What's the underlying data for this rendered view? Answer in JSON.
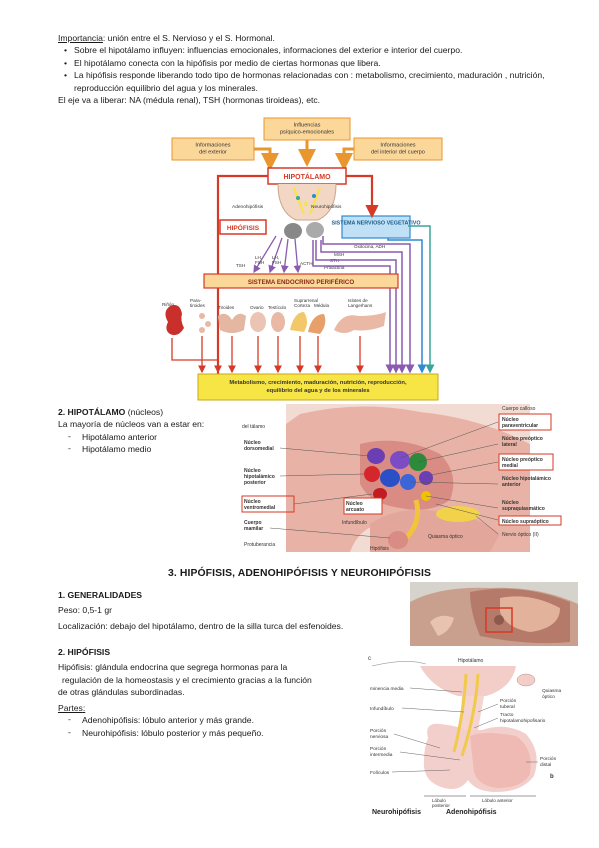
{
  "intro": {
    "importance_label": "Importancia",
    "importance_text": ": unión entre el S. Nervioso y el S. Hormonal.",
    "bullets": [
      "Sobre el hipotálamo influyen: influencias emocionales, informaciones del exterior e interior del cuerpo.",
      "El hipotálamo conecta con la hipófisis por medio de ciertas hormonas que libera.",
      "La hipófisis responde liberando todo tipo de hormonas relacionadas con : metabolismo, crecimiento, maduración , nutrición, reproducción equilibrio del agua y los minerales."
    ],
    "axis_line": "El eje va a liberar: NA (médula renal), TSH (hormonas tiroideas), etc."
  },
  "diagram1": {
    "box_psychic": "Influencias psíquico-emocionales",
    "box_exterior": "Informaciones del exterior",
    "box_interior": "Informaciones del interior del cuerpo",
    "hypothalamus": "HIPOTÁLAMO",
    "hypophysis": "HIPÓFISIS",
    "adenohypophysis": "Adenohipófisis",
    "neurohypophysis": "Neurohipófisis",
    "svn": "SISTEMA NERVIOSO VEGETATIVO",
    "oxytocin": "Oxitocina, ADH",
    "msh": "MSH",
    "sth": "STH",
    "prolactin": "Prolactina",
    "tsh": "TSH",
    "lh1": "LH, FSH",
    "lh2": "LH, FSH",
    "acth": "ACTH",
    "peripheral": "SISTEMA ENDOCRINO PERIFÉRICO",
    "organs": [
      "Riñón",
      "Para-tiroides",
      "Tiroides",
      "Ovario",
      "Testículo",
      "Suprarrenal Corteza",
      "Médula",
      "Islotes de Langerhans"
    ],
    "result": "Metabolismo, crecimiento, maduración, nutrición, reproducción, equilibrio del agua y de los minerales"
  },
  "section2": {
    "title_bold": "2. HIPOTÁLAMO",
    "title_rest": " (núcleos)",
    "intro": "La mayoría de núcleos van a estar en:",
    "items": [
      "Hipotálamo anterior",
      "Hipotálamo medio"
    ]
  },
  "diagram2": {
    "labels": {
      "thalamus": "del tálamo",
      "dorsomedial": "Núcleo dorsomedial",
      "posterior": "Núcleo hipotalámico posterior",
      "ventromedial": "Núcleo ventromedial",
      "mamillary": "Cuerpo mamilar",
      "protuberance": "Protuberancia",
      "arcuate": "Núcleo arcuato",
      "infundibulum": "Infundíbulo",
      "hypophysis": "Hipófisis",
      "chiasm": "Quiasma óptico",
      "callosum": "Cuerpo calloso",
      "paraventricular": "Núcleo paraventricular",
      "preoptic_lateral": "Núcleo preóptico lateral",
      "preoptic_medial": "Núcleo preóptico medial",
      "anterior_hyp": "Núcleo hipotalámico anterior",
      "suprachiasmatic": "Núcleo supraquiasmático",
      "supraoptic": "Núcleo supraóptico",
      "optic_nerve": "Nervio óptico (II)"
    }
  },
  "section3": {
    "title": "3. HIPÓFISIS, ADENOHIPÓFISIS Y NEUROHIPÓFISIS",
    "generalities_title": "1.   GENERALIDADES",
    "weight": "Peso: 0,5-1 gr",
    "location": "Localización: debajo del hipotálamo, dentro de la silla turca del esfenoides.",
    "hypophysis_title": "2. HIPÓFISIS",
    "definition": [
      "Hipófisis: glándula endocrina que segrega hormonas para la",
      "regulación de la homeostasis y el crecimiento gracias a la función",
      "de otras glándulas subordinadas."
    ],
    "parts_label": "Partes",
    "parts": [
      "Adenohipófisis: lóbulo anterior y más grande.",
      "Neurohipófisis: lóbulo posterior y más pequeño."
    ]
  },
  "diagram3": {
    "letter_c": "c",
    "letter_b": "b",
    "hypothalamus": "Hipotálamo",
    "eminence": "minencia media",
    "chiasm": "Quiasma óptico",
    "tuberal": "Porción tuberal",
    "infundibulum": "Infundíbulo",
    "tract": "Tracto hipotalamohipofisario",
    "nervous": "Porción nerviosa",
    "intermediate": "Porción intermedia",
    "follicles": "Folículos",
    "distal": "Porción distal",
    "posterior_lobe": "Lóbulo posterior",
    "anterior_lobe": "Lóbulo anterior",
    "neuro": "Neurohipófisis",
    "adeno": "Adenohipófisis"
  },
  "colors": {
    "red": "#d63a26",
    "orange_box": "#fbd79a",
    "orange_border": "#e9962e",
    "yellow": "#f7e445",
    "blue_box": "#bfe0f5",
    "blue_border": "#2f8ad1",
    "purple": "#8a5bb0",
    "tan": "#f2d7c4"
  }
}
